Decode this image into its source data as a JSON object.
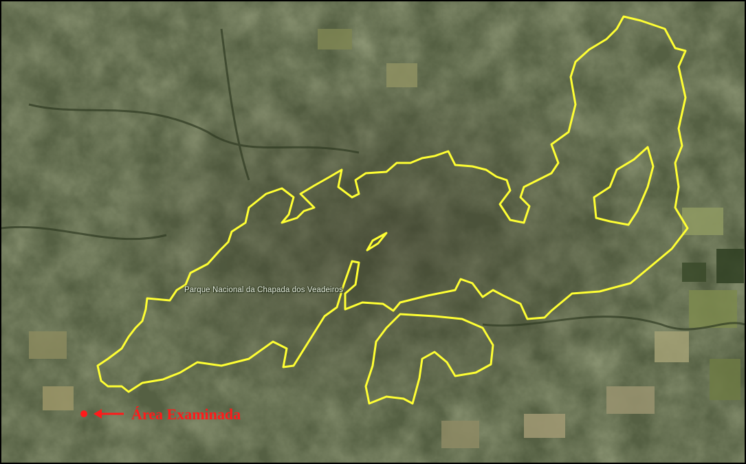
{
  "map": {
    "park_label": "Parque Nacional da Chapada dos Veadeiros",
    "marker_label": "Área Examinada",
    "boundary_color": "#ffff33",
    "marker_color": "#ff1a1a",
    "imagery": "satellite"
  }
}
